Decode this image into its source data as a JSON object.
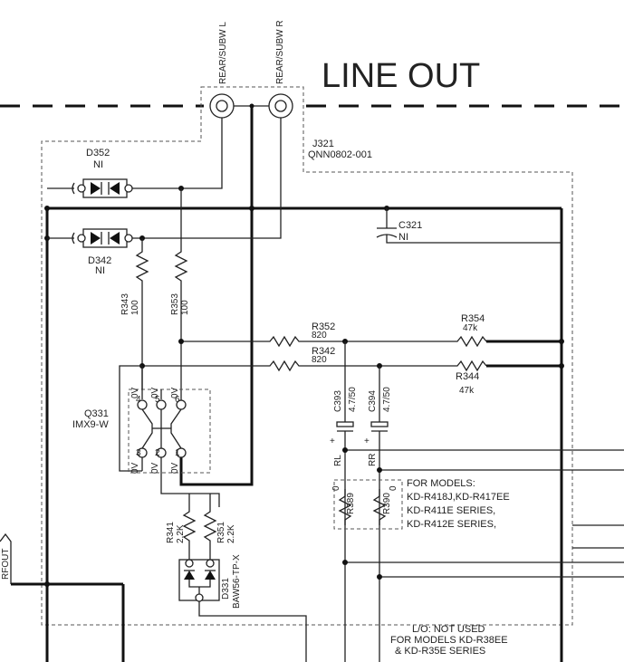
{
  "title": "LINE OUT",
  "connector": {
    "ref": "J321",
    "part": "QNN0802-001",
    "pin_left": "REAR/SUBW L",
    "pin_right": "REAR/SUBW R"
  },
  "d352": {
    "ref": "D352",
    "value": "NI"
  },
  "d342": {
    "ref": "D342",
    "value": "NI"
  },
  "c321": {
    "ref": "C321",
    "value": "NI"
  },
  "r343": {
    "ref": "R343",
    "value": "100"
  },
  "r353": {
    "ref": "R353",
    "value": "100"
  },
  "r352": {
    "ref": "R352",
    "value": "820"
  },
  "r342": {
    "ref": "R342",
    "value": "820"
  },
  "r354": {
    "ref": "R354",
    "value": "47k"
  },
  "r344": {
    "ref": "R344",
    "value": "47k"
  },
  "c393": {
    "ref": "C393",
    "value": "4.7/50"
  },
  "c394": {
    "ref": "C394",
    "value": "4.7/50"
  },
  "q331": {
    "ref": "Q331",
    "part": "IMX9-W",
    "pins": [
      "4",
      "5",
      "6",
      "3",
      "2",
      "1"
    ],
    "volts": [
      "0V",
      "0V",
      "0V",
      "0V",
      "0V",
      "0V"
    ]
  },
  "r341": {
    "ref": "R341",
    "value": "2.2K"
  },
  "r351": {
    "ref": "R351",
    "value": "2.2K"
  },
  "d331": {
    "ref": "D331",
    "part": "BAW56-TP-X"
  },
  "r389": {
    "ref": "R389",
    "value": "0"
  },
  "r390": {
    "ref": "R390",
    "value": "0"
  },
  "net_rl": "RL",
  "net_rr": "RR",
  "net_rfout": "RFOUT",
  "models_note": [
    "FOR MODELS:",
    "KD-R418J,KD-R417EE",
    "KD-R411E SERIES,",
    "KD-R412E SERIES,"
  ],
  "not_used_note": [
    "L/O: NOT USED",
    "FOR MODELS KD-R38EE",
    "& KD-R35E SERIES"
  ]
}
